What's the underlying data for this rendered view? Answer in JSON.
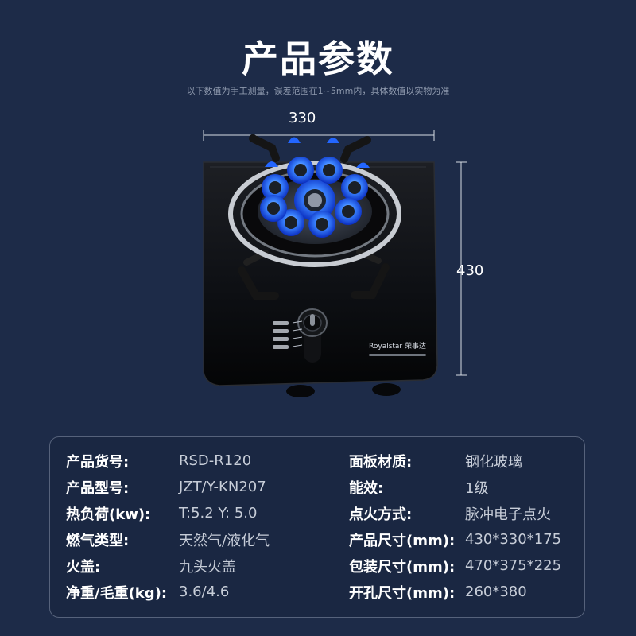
{
  "header": {
    "title": "产品参数",
    "subtitle": "以下数值为手工测量，误差范围在1~5mm内，具体数值以实物为准"
  },
  "dimensions": {
    "width": "330",
    "height": "430"
  },
  "product": {
    "brand_mark": "Royalstar 荣事达",
    "icon": "gas-stove-product-image"
  },
  "specs": {
    "left": [
      {
        "label": "产品货号:",
        "value": "RSD-R120"
      },
      {
        "label": "产品型号:",
        "value": "JZT/Y-KN207"
      },
      {
        "label": "热负荷(kw):",
        "value": "T:5.2  Y: 5.0"
      },
      {
        "label": "燃气类型:",
        "value": "天然气/液化气"
      },
      {
        "label": "火盖:",
        "value": "九头火盖"
      },
      {
        "label": "净重/毛重(kg):",
        "value": "3.6/4.6"
      }
    ],
    "right": [
      {
        "label": "面板材质:",
        "value": "钢化玻璃"
      },
      {
        "label": "能效:",
        "value": "1级"
      },
      {
        "label": "点火方式:",
        "value": "脉冲电子点火"
      },
      {
        "label": "产品尺寸(mm):",
        "value": "430*330*175"
      },
      {
        "label": "包装尺寸(mm):",
        "value": "470*375*225"
      },
      {
        "label": "开孔尺寸(mm):",
        "value": "260*380"
      }
    ]
  },
  "colors": {
    "background": "#1d2b48",
    "panel_border": "#56627b",
    "value_text": "#c7cdd8",
    "flame_blue": "#1f66ff"
  }
}
